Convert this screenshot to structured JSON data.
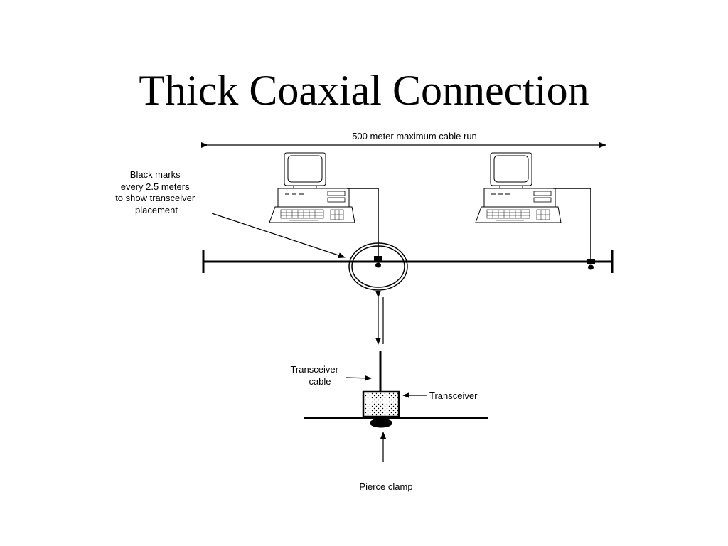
{
  "slide": {
    "title": "Thick Coaxial Connection"
  },
  "labels": {
    "cable_run": "500 meter maximum cable run",
    "black_marks": [
      "Black marks",
      "every 2.5 meters",
      "to show transceiver",
      "placement"
    ],
    "transceiver_cable": [
      "Transceiver",
      "cable"
    ],
    "transceiver": "Transceiver",
    "pierce_clamp": "Pierce clamp"
  }
}
